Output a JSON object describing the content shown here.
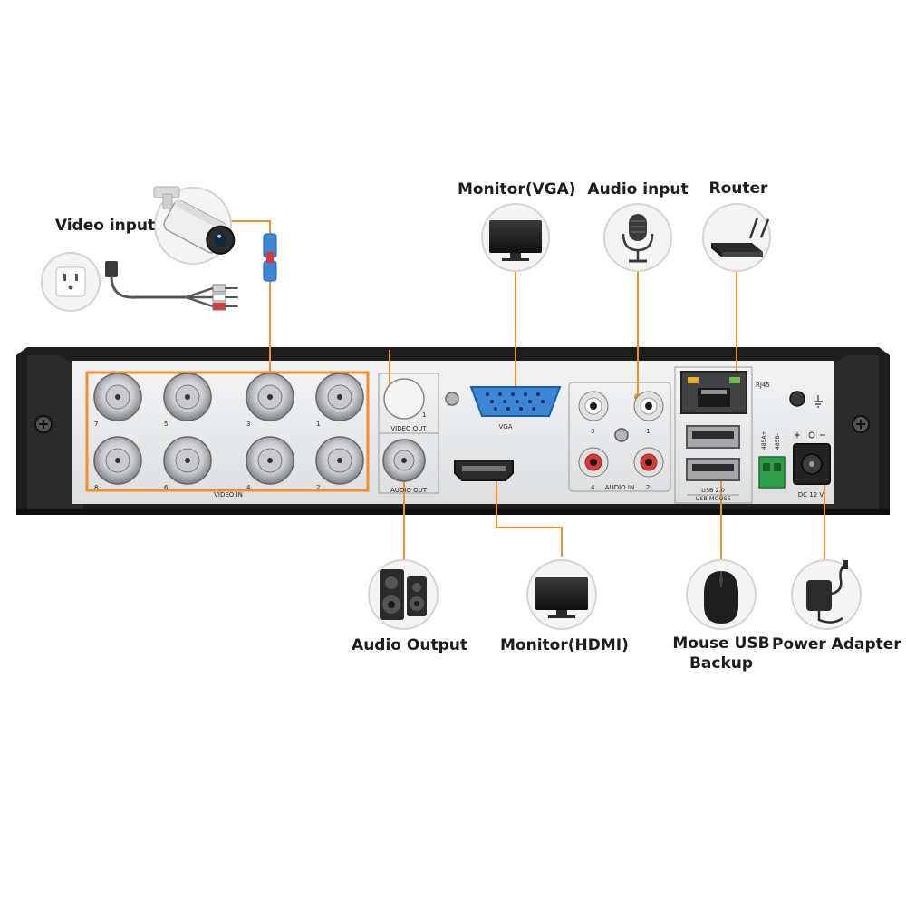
{
  "colors": {
    "accent_orange": "#f0902a",
    "panel_metal": "#e9eaec",
    "chassis": "#1e1e1e",
    "rca_red": "#d63b3a",
    "vga_blue": "#3d86d6",
    "terminal_green": "#2e9e48"
  },
  "callouts": {
    "video_input": "Video input",
    "monitor_vga": "Monitor(VGA)",
    "audio_input": "Audio input",
    "router": "Router",
    "audio_output": "Audio Output",
    "monitor_hdmi": "Monitor(HDMI)",
    "mouse_usb_backup": [
      "Mouse USB",
      "Backup"
    ],
    "power_adapter": "Power Adapter"
  },
  "panel_labels": {
    "bnc_top_numbers": [
      "7",
      "5",
      "3",
      "1"
    ],
    "bnc_bottom_numbers": [
      "8",
      "6",
      "4",
      "2"
    ],
    "video_in": "VIDEO IN",
    "video_out": "VIDEO OUT",
    "video_out_num": "1",
    "audio_out": "AUDIO OUT",
    "vga": "VGA",
    "audio_in": "AUDIO IN",
    "audio_top_numbers": [
      "3",
      "1"
    ],
    "audio_bottom_numbers": [
      "4",
      "2"
    ],
    "rj45": "RJ45",
    "usb_top": "USB 2.0",
    "usb_bottom": "USB MOUSE",
    "rs485_a": "485A+",
    "rs485_b": "485B-",
    "dc": "DC 12 V"
  },
  "icons": {
    "camera": "bullet-camera-icon",
    "outlet": "wall-outlet-icon",
    "monitor": "monitor-icon",
    "microphone": "microphone-icon",
    "router": "router-icon",
    "speakers": "speakers-icon",
    "mouse": "mouse-icon",
    "adapter": "power-adapter-icon"
  }
}
